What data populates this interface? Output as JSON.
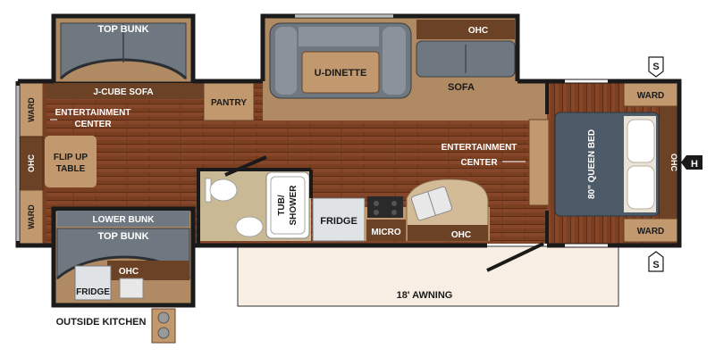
{
  "labels": {
    "top_bunk_upper": "TOP BUNK",
    "j_cube_sofa": "J-CUBE SOFA",
    "entertainment_center_left_1": "ENTERTAINMENT",
    "entertainment_center_left_2": "CENTER",
    "ward_left_top": "WARD",
    "ohc_left": "OHC",
    "ward_left_bottom": "WARD",
    "flip_up_table_1": "FLIP UP",
    "flip_up_table_2": "TABLE",
    "pantry": "PANTRY",
    "u_dinette": "U-DINETTE",
    "ohc_top": "OHC",
    "sofa": "SOFA",
    "ward_right_top": "WARD",
    "ward_right_bottom": "WARD",
    "ohc_right": "OHC",
    "queen_bed": "80\" QUEEN BED",
    "entertainment_center_right_1": "ENTERTAINMENT",
    "entertainment_center_right_2": "CENTER",
    "tub_shower_1": "TUB/",
    "tub_shower_2": "SHOWER",
    "fridge": "FRIDGE",
    "micro": "MICRO",
    "ohc_kitchen": "OHC",
    "lower_bunk": "LOWER BUNK",
    "top_bunk_lower": "TOP BUNK",
    "ohc_bunk": "OHC",
    "fridge_outside": "FRIDGE",
    "outside_kitchen": "OUTSIDE KITCHEN",
    "awning": "18' AWNING",
    "stabilizer_top": "S",
    "stabilizer_bottom": "S",
    "hitch": "H"
  },
  "colors": {
    "wall": "#1a1a1a",
    "floor_wood": "#7a3e20",
    "floor_wood_light": "#8e4c28",
    "carpet_tan": "#b08a62",
    "cabinet": "#c2996e",
    "cabinet_dark": "#6b4226",
    "couch_gray": "#6f7880",
    "couch_gray_light": "#8a939b",
    "bed_blue": "#4d5a68",
    "bath_tan": "#c9b995",
    "awning_fill": "#f8eee3",
    "label_white": "#ffffff",
    "label_dark": "#1a1a1a"
  }
}
